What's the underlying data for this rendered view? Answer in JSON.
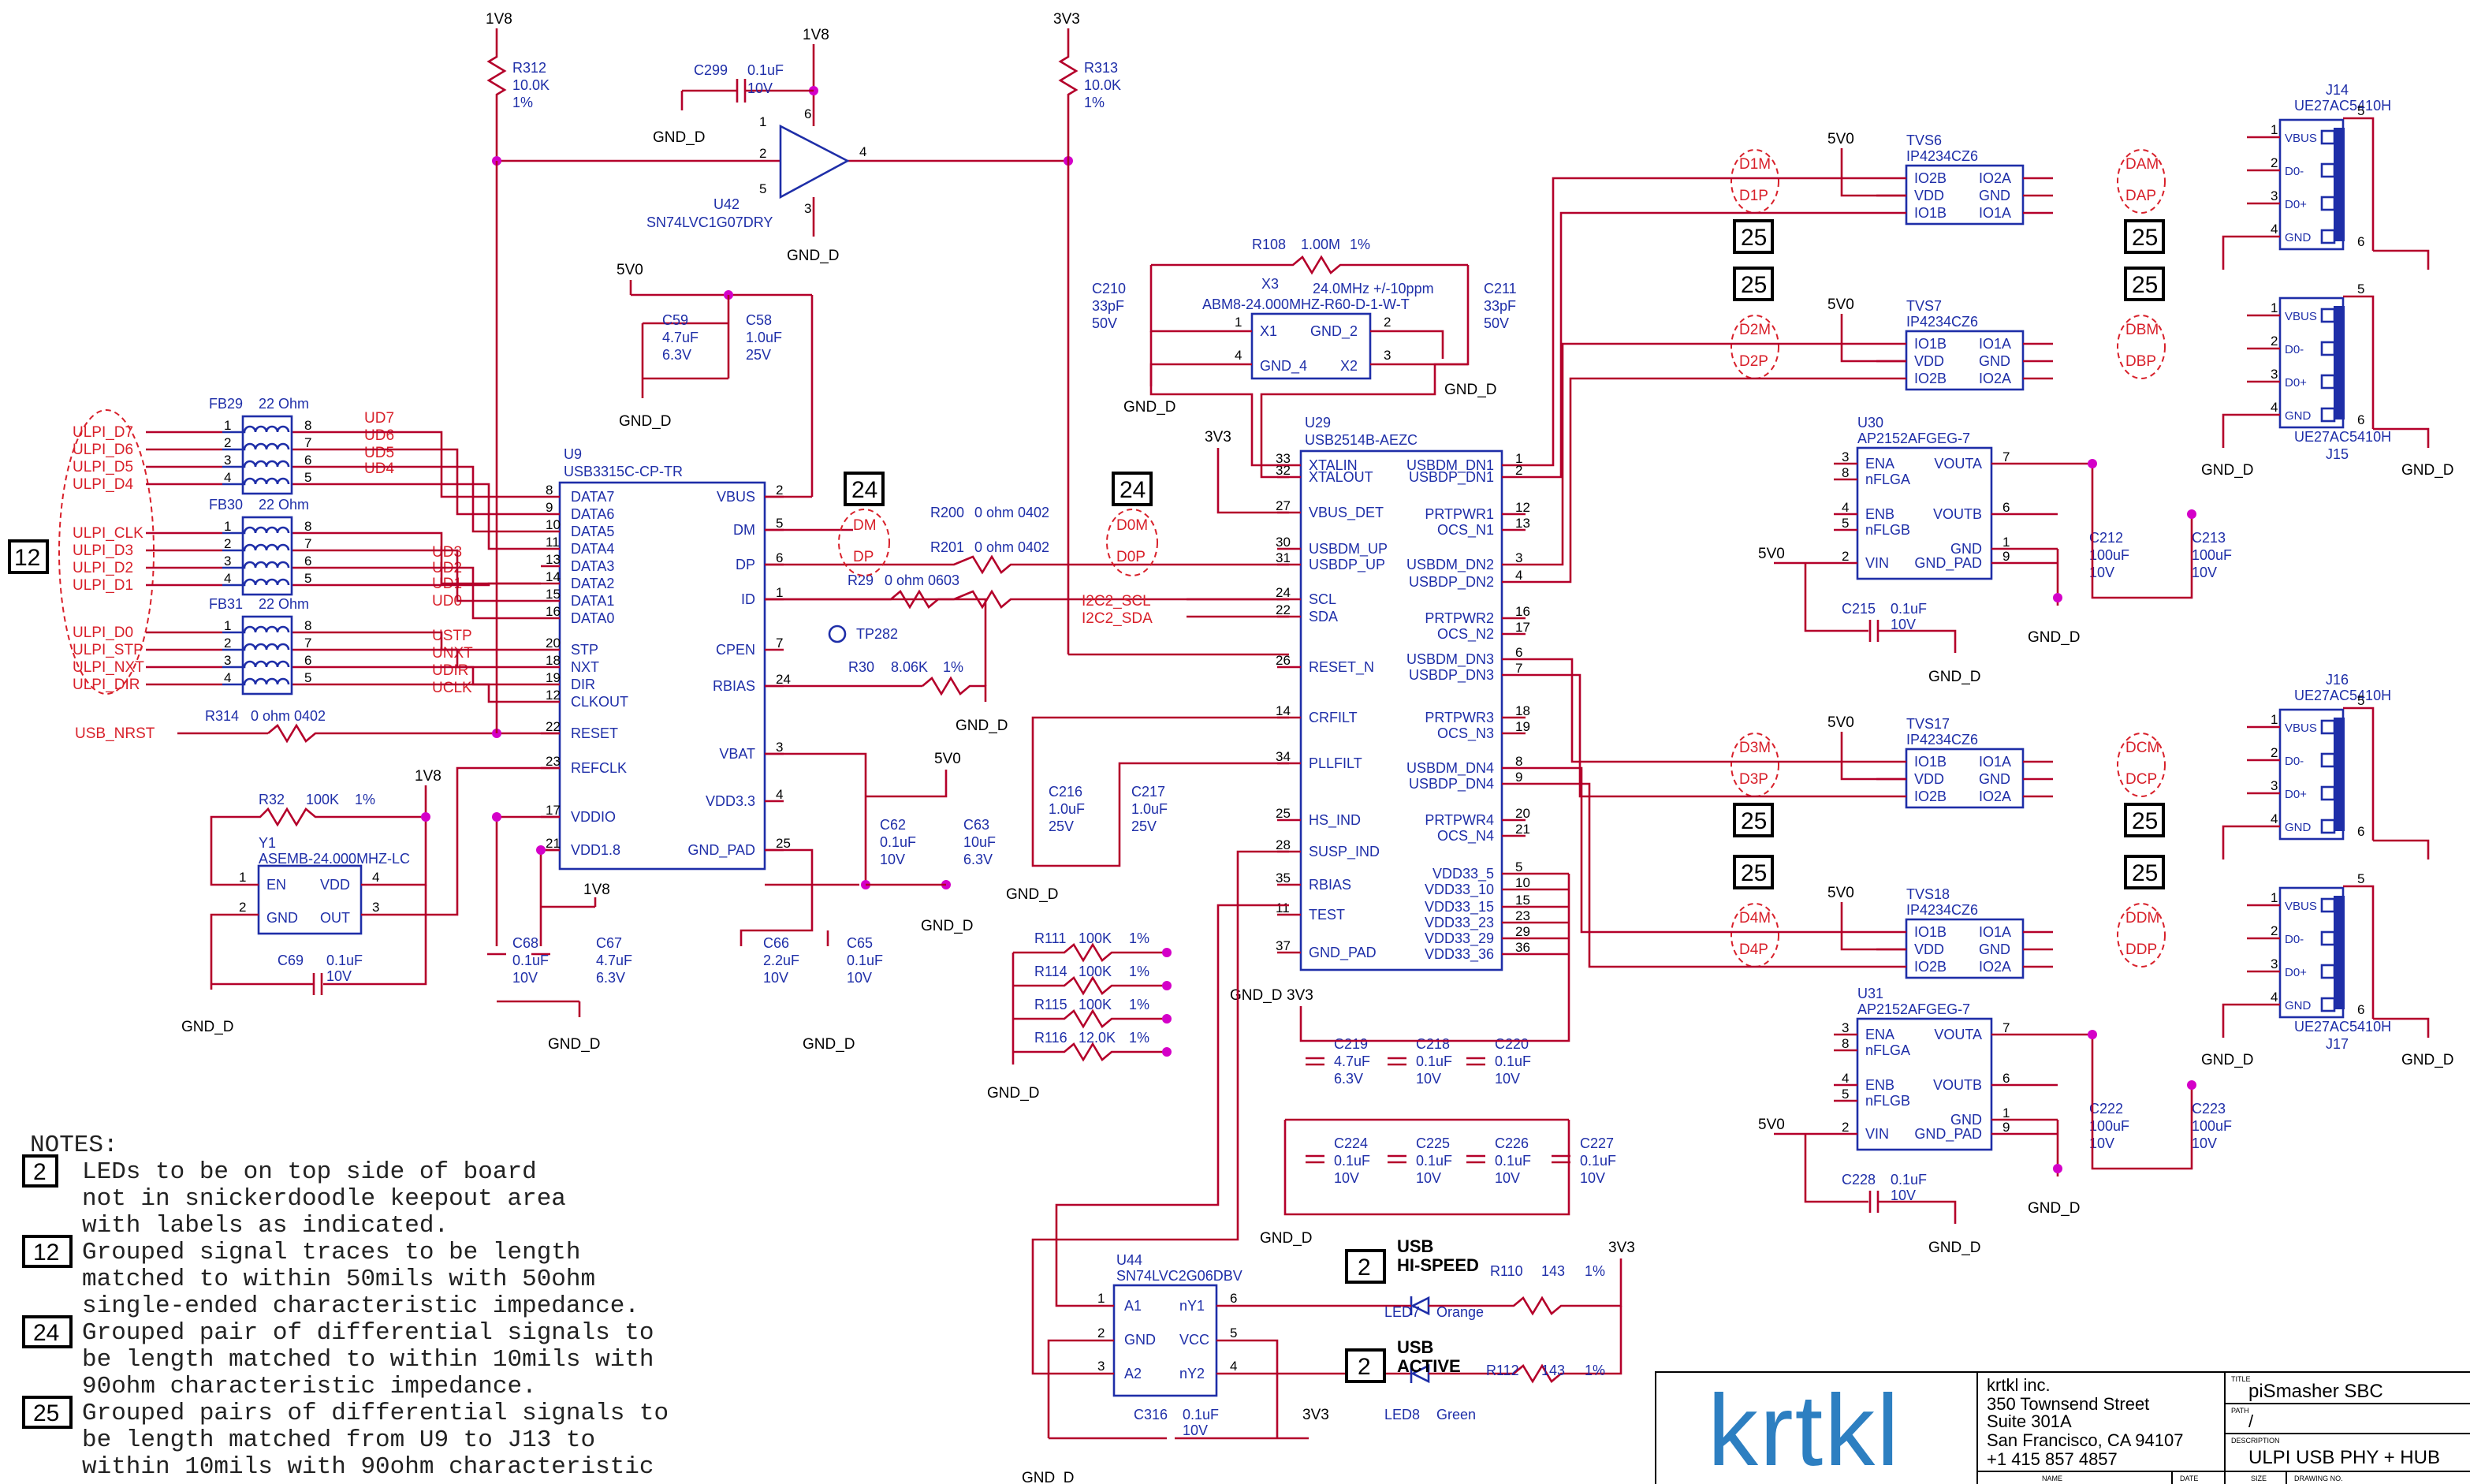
{
  "notes": {
    "heading": "NOTES:",
    "items": [
      {
        "flag": "2",
        "lines": [
          "LEDs to be on top side of board",
          "not in snickerdoodle keepout area",
          "with labels as indicated."
        ]
      },
      {
        "flag": "12",
        "lines": [
          "Grouped signal traces to be length",
          "matched to within 50mils with 50ohm",
          "single-ended characteristic impedance."
        ]
      },
      {
        "flag": "24",
        "lines": [
          "Grouped pair of differential signals to",
          "be length matched to within 10mils with",
          "90ohm characteristic impedance."
        ]
      },
      {
        "flag": "25",
        "lines": [
          "Grouped pairs of differential signals to",
          "be length matched from U9 to J13 to",
          "within 10mils with 90ohm characteristic"
        ]
      }
    ]
  },
  "title_block": {
    "logo_text": "krtkl",
    "company": [
      "krtkl inc.",
      "350 Townsend Street",
      "Suite 301A",
      "San Francisco, CA 94107",
      "+1 415 857 4857"
    ],
    "title_label": "TITLE",
    "title": "piSmasher SBC",
    "path_label": "PATH",
    "path": "/",
    "desc_label": "DESCRIPTION",
    "description": "ULPI USB PHY + HUB",
    "name_label": "NAME",
    "date_label": "DATE",
    "size_label": "SIZE",
    "drawing_label": "DRAWING NO."
  },
  "rails": {
    "v1v8": "1V8",
    "v3v3": "3V3",
    "v5v0": "5V0",
    "gnd": "GND_D"
  },
  "u9": {
    "ref": "U9",
    "part": "USB3315C-CP-TR",
    "left_pins": [
      {
        "num": "8",
        "name": "DATA7"
      },
      {
        "num": "9",
        "name": "DATA6"
      },
      {
        "num": "10",
        "name": "DATA5"
      },
      {
        "num": "11",
        "name": "DATA4"
      },
      {
        "num": "13",
        "name": "DATA3"
      },
      {
        "num": "14",
        "name": "DATA2"
      },
      {
        "num": "15",
        "name": "DATA1"
      },
      {
        "num": "16",
        "name": "DATA0"
      },
      {
        "num": "20",
        "name": "STP"
      },
      {
        "num": "18",
        "name": "NXT"
      },
      {
        "num": "19",
        "name": "DIR"
      },
      {
        "num": "12",
        "name": "CLKOUT"
      },
      {
        "num": "22",
        "name": "RESET"
      },
      {
        "num": "23",
        "name": "REFCLK"
      },
      {
        "num": "17",
        "name": "VDDIO"
      },
      {
        "num": "21",
        "name": "VDD1.8"
      }
    ],
    "right_pins": [
      {
        "num": "2",
        "name": "VBUS"
      },
      {
        "num": "5",
        "name": "DM"
      },
      {
        "num": "6",
        "name": "DP"
      },
      {
        "num": "1",
        "name": "ID"
      },
      {
        "num": "7",
        "name": "CPEN"
      },
      {
        "num": "24",
        "name": "RBIAS"
      },
      {
        "num": "3",
        "name": "VBAT"
      },
      {
        "num": "4",
        "name": "VDD3.3"
      },
      {
        "num": "25",
        "name": "GND_PAD"
      }
    ]
  },
  "u29": {
    "ref": "U29",
    "part": "USB2514B-AEZC",
    "left_pins": [
      {
        "num": "33",
        "name": "XTALIN"
      },
      {
        "num": "32",
        "name": "XTALOUT"
      },
      {
        "num": "27",
        "name": "VBUS_DET"
      },
      {
        "num": "30",
        "name": "USBDM_UP"
      },
      {
        "num": "31",
        "name": "USBDP_UP"
      },
      {
        "num": "24",
        "name": "SCL"
      },
      {
        "num": "22",
        "name": "SDA"
      },
      {
        "num": "26",
        "name": "RESET_N"
      },
      {
        "num": "14",
        "name": "CRFILT"
      },
      {
        "num": "34",
        "name": "PLLFILT"
      },
      {
        "num": "25",
        "name": "HS_IND"
      },
      {
        "num": "28",
        "name": "SUSP_IND"
      },
      {
        "num": "35",
        "name": "RBIAS"
      },
      {
        "num": "11",
        "name": "TEST"
      },
      {
        "num": "37",
        "name": "GND_PAD"
      }
    ],
    "right_pins": [
      {
        "num": "1",
        "name": "USBDM_DN1"
      },
      {
        "num": "2",
        "name": "USBDP_DN1"
      },
      {
        "num": "12",
        "name": "PRTPWR1"
      },
      {
        "num": "13",
        "name": "OCS_N1"
      },
      {
        "num": "3",
        "name": "USBDM_DN2"
      },
      {
        "num": "4",
        "name": "USBDP_DN2"
      },
      {
        "num": "16",
        "name": "PRTPWR2"
      },
      {
        "num": "17",
        "name": "OCS_N2"
      },
      {
        "num": "6",
        "name": "USBDM_DN3"
      },
      {
        "num": "7",
        "name": "USBDP_DN3"
      },
      {
        "num": "18",
        "name": "PRTPWR3"
      },
      {
        "num": "19",
        "name": "OCS_N3"
      },
      {
        "num": "8",
        "name": "USBDM_DN4"
      },
      {
        "num": "9",
        "name": "USBDP_DN4"
      },
      {
        "num": "20",
        "name": "PRTPWR4"
      },
      {
        "num": "21",
        "name": "OCS_N4"
      },
      {
        "num": "5",
        "name": "VDD33_5"
      },
      {
        "num": "10",
        "name": "VDD33_10"
      },
      {
        "num": "15",
        "name": "VDD33_15"
      },
      {
        "num": "23",
        "name": "VDD33_23"
      },
      {
        "num": "29",
        "name": "VDD33_29"
      },
      {
        "num": "36",
        "name": "VDD33_36"
      }
    ]
  },
  "ulpi_labels": [
    "ULPI_D7",
    "ULPI_D6",
    "ULPI_D5",
    "ULPI_D4",
    "ULPI_CLK",
    "ULPI_D3",
    "ULPI_D2",
    "ULPI_D1",
    "ULPI_D0",
    "ULPI_STP",
    "ULPI_NXT",
    "ULPI_DIR"
  ],
  "ud_labels": [
    "UD7",
    "UD6",
    "UD5",
    "UD4",
    "UD3",
    "UD2",
    "UD1",
    "UD0",
    "USTP",
    "UNXT",
    "UDIR",
    "UCLK"
  ],
  "usb_nrst": "USB_NRST",
  "i2c": [
    "I2C2_SCL",
    "I2C2_SDA"
  ],
  "ferrites": [
    {
      "ref": "FB29",
      "value": "22 Ohm"
    },
    {
      "ref": "FB30",
      "value": "22 Ohm"
    },
    {
      "ref": "FB31",
      "value": "22 Ohm"
    }
  ],
  "resistors": {
    "r312": {
      "ref": "R312",
      "v1": "10.0K",
      "v2": "1%"
    },
    "r313": {
      "ref": "R313",
      "v1": "10.0K",
      "v2": "1%"
    },
    "r314": {
      "ref": "R314",
      "v1": "0 ohm 0402"
    },
    "r32": {
      "ref": "R32",
      "v1": "100K",
      "v2": "1%"
    },
    "r200": {
      "ref": "R200",
      "v1": "0 ohm 0402"
    },
    "r201": {
      "ref": "R201",
      "v1": "0 ohm 0402"
    },
    "r29": {
      "ref": "R29",
      "v1": "0 ohm 0603"
    },
    "r30": {
      "ref": "R30",
      "v1": "8.06K",
      "v2": "1%"
    },
    "r108": {
      "ref": "R108",
      "v1": "1.00M",
      "v2": "1%"
    },
    "r111": {
      "ref": "R111",
      "v1": "100K",
      "v2": "1%"
    },
    "r114": {
      "ref": "R114",
      "v1": "100K",
      "v2": "1%"
    },
    "r115": {
      "ref": "R115",
      "v1": "100K",
      "v2": "1%"
    },
    "r116": {
      "ref": "R116",
      "v1": "12.0K",
      "v2": "1%"
    },
    "r110": {
      "ref": "R110",
      "v1": "143",
      "v2": "1%"
    },
    "r112": {
      "ref": "R112",
      "v1": "143",
      "v2": "1%"
    }
  },
  "caps": {
    "c299": {
      "ref": "C299",
      "v1": "0.1uF",
      "v2": "10V"
    },
    "c59": {
      "ref": "C59",
      "v1": "4.7uF",
      "v2": "6.3V"
    },
    "c58": {
      "ref": "C58",
      "v1": "1.0uF",
      "v2": "25V"
    },
    "c62": {
      "ref": "C62",
      "v1": "0.1uF",
      "v2": "10V"
    },
    "c63": {
      "ref": "C63",
      "v1": "10uF",
      "v2": "6.3V"
    },
    "c68": {
      "ref": "C68",
      "v1": "0.1uF",
      "v2": "10V"
    },
    "c67": {
      "ref": "C67",
      "v1": "4.7uF",
      "v2": "6.3V"
    },
    "c66": {
      "ref": "C66",
      "v1": "2.2uF",
      "v2": "10V"
    },
    "c65": {
      "ref": "C65",
      "v1": "0.1uF",
      "v2": "10V"
    },
    "c69": {
      "ref": "C69",
      "v1": "0.1uF",
      "v2": "10V"
    },
    "c210": {
      "ref": "C210",
      "v1": "33pF",
      "v2": "50V"
    },
    "c211": {
      "ref": "C211",
      "v1": "33pF",
      "v2": "50V"
    },
    "c216": {
      "ref": "C216",
      "v1": "1.0uF",
      "v2": "25V"
    },
    "c217": {
      "ref": "C217",
      "v1": "1.0uF",
      "v2": "25V"
    },
    "c219": {
      "ref": "C219",
      "v1": "4.7uF",
      "v2": "6.3V"
    },
    "c218": {
      "ref": "C218",
      "v1": "0.1uF",
      "v2": "10V"
    },
    "c220": {
      "ref": "C220",
      "v1": "0.1uF",
      "v2": "10V"
    },
    "c224": {
      "ref": "C224",
      "v1": "0.1uF",
      "v2": "10V"
    },
    "c225": {
      "ref": "C225",
      "v1": "0.1uF",
      "v2": "10V"
    },
    "c226": {
      "ref": "C226",
      "v1": "0.1uF",
      "v2": "10V"
    },
    "c227": {
      "ref": "C227",
      "v1": "0.1uF",
      "v2": "10V"
    },
    "c212": {
      "ref": "C212",
      "v1": "100uF",
      "v2": "10V"
    },
    "c213": {
      "ref": "C213",
      "v1": "100uF",
      "v2": "10V"
    },
    "c215": {
      "ref": "C215",
      "v1": "0.1uF",
      "v2": "10V"
    },
    "c222": {
      "ref": "C222",
      "v1": "100uF",
      "v2": "10V"
    },
    "c223": {
      "ref": "C223",
      "v1": "100uF",
      "v2": "10V"
    },
    "c228": {
      "ref": "C228",
      "v1": "0.1uF",
      "v2": "10V"
    },
    "c316": {
      "ref": "C316",
      "v1": "0.1uF",
      "v2": "10V"
    }
  },
  "u42": {
    "ref": "U42",
    "part": "SN74LVC1G07DRY"
  },
  "y1": {
    "ref": "Y1",
    "part": "ASEMB-24.000MHZ-LC",
    "pins": [
      "EN",
      "VDD",
      "GND",
      "OUT"
    ]
  },
  "x3": {
    "ref": "X3",
    "freq": "24.0MHz +/-10ppm",
    "part": "ABM8-24.000MHZ-R60-D-1-W-T",
    "pins": [
      "X1",
      "GND_2",
      "GND_4",
      "X2"
    ]
  },
  "tp282": "TP282",
  "u44": {
    "ref": "U44",
    "part": "SN74LVC2G06DBV",
    "pins": [
      "A1",
      "nY1",
      "GND",
      "VCC",
      "A2",
      "nY2"
    ]
  },
  "leds": [
    {
      "flag": "2",
      "title1": "USB",
      "title2": "HI-SPEED",
      "ref": "LED7",
      "color": "Orange"
    },
    {
      "flag": "2",
      "title1": "USB",
      "title2": "ACTIVE",
      "ref": "LED8",
      "color": "Green"
    }
  ],
  "tvs": [
    {
      "ref": "TVS6",
      "part": "IP4234CZ6",
      "left": [
        "IO2B",
        "VDD",
        "IO1B"
      ],
      "right": [
        "IO2A",
        "GND",
        "IO1A"
      ],
      "ovals": [
        "D1M",
        "D1P"
      ],
      "outs": [
        "DAM",
        "DAP"
      ]
    },
    {
      "ref": "TVS7",
      "part": "IP4234CZ6",
      "left": [
        "IO1B",
        "VDD",
        "IO2B"
      ],
      "right": [
        "IO1A",
        "GND",
        "IO2A"
      ],
      "ovals": [
        "D2M",
        "D2P"
      ],
      "outs": [
        "DBM",
        "DBP"
      ]
    },
    {
      "ref": "TVS17",
      "part": "IP4234CZ6",
      "left": [
        "IO1B",
        "VDD",
        "IO2B"
      ],
      "right": [
        "IO1A",
        "GND",
        "IO2A"
      ],
      "ovals": [
        "D3M",
        "D3P"
      ],
      "outs": [
        "DCM",
        "DCP"
      ]
    },
    {
      "ref": "TVS18",
      "part": "IP4234CZ6",
      "left": [
        "IO1B",
        "VDD",
        "IO2B"
      ],
      "right": [
        "IO1A",
        "GND",
        "IO2A"
      ],
      "ovals": [
        "D4M",
        "D4P"
      ],
      "outs": [
        "DDM",
        "DDP"
      ]
    }
  ],
  "switches": [
    {
      "ref": "U30",
      "part": "AP2152AFGEG-7",
      "pins": [
        "ENA",
        "nFLGA",
        "ENB",
        "nFLGB",
        "VIN",
        "VOUTA",
        "VOUTB",
        "GND",
        "GND_PAD"
      ]
    },
    {
      "ref": "U31",
      "part": "AP2152AFGEG-7",
      "pins": [
        "ENA",
        "nFLGA",
        "ENB",
        "nFLGB",
        "VIN",
        "VOUTA",
        "VOUTB",
        "GND",
        "GND_PAD"
      ]
    }
  ],
  "connectors": [
    {
      "ref": "J14",
      "part": "UE27AC5410H"
    },
    {
      "ref": "J15",
      "part": "UE27AC5410H"
    },
    {
      "ref": "J16",
      "part": "UE27AC5410H"
    },
    {
      "ref": "J17",
      "part": "UE27AC5410H"
    }
  ],
  "usb_pins": [
    "VBUS",
    "D0-",
    "D0+",
    "GND"
  ],
  "diff_labels": {
    "dm": "DM",
    "dp": "DP",
    "d0m": "D0M",
    "d0p": "D0P"
  },
  "flags": {
    "f12": "12",
    "f24": "24",
    "f25": "25"
  }
}
